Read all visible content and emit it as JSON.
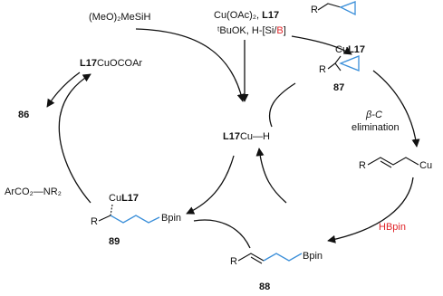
{
  "reagents": {
    "silane": "(MeO)₂MeSiH",
    "catalyst_line1": "Cu(OAc)₂, ",
    "catalyst_ligand": "L17",
    "base_line2_prefix": "ᵗBuOK, H-[Si/",
    "base_line2_red": "B",
    "base_line2_suffix": "]"
  },
  "center": {
    "ligand": "L17",
    "metal": "Cu—H"
  },
  "species": {
    "copper_carboxylate": {
      "ligand": "L17",
      "rest": "CuOCOAr"
    },
    "product_86": "86",
    "amine_reagent": "ArCO₂—NR₂",
    "beta_c_line1": "β-C",
    "beta_c_line2": "elimination",
    "hbpin": "HBpin",
    "substrate_R": "R",
    "int87": {
      "cu": "Cu",
      "ligand": "L17",
      "R": "R",
      "number": "87"
    },
    "alkenylCu": {
      "R": "R",
      "cu": "Cu"
    },
    "int89": {
      "cu": "Cu",
      "ligand": "L17",
      "R": "R",
      "bpin": "Bpin",
      "number": "89"
    },
    "product88": {
      "R": "R",
      "bpin": "Bpin",
      "number": "88"
    }
  },
  "colors": {
    "blue_bond": "#3b8fd9",
    "red_text": "#e0262a",
    "ink": "#111111"
  }
}
